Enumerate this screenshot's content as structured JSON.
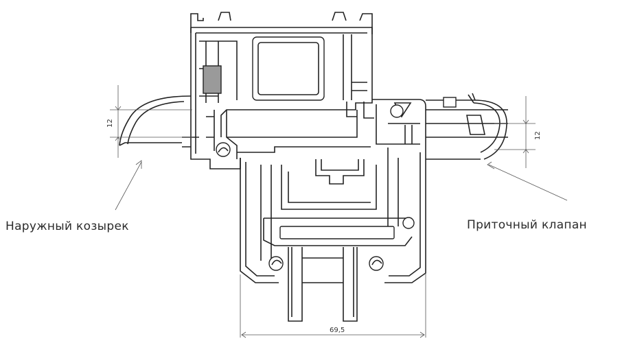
{
  "labels": {
    "left": "Наружный козырек",
    "right": "Приточный клапан"
  },
  "dimensions": {
    "left_gap": "12",
    "right_gap": "12",
    "width": "69,5"
  }
}
